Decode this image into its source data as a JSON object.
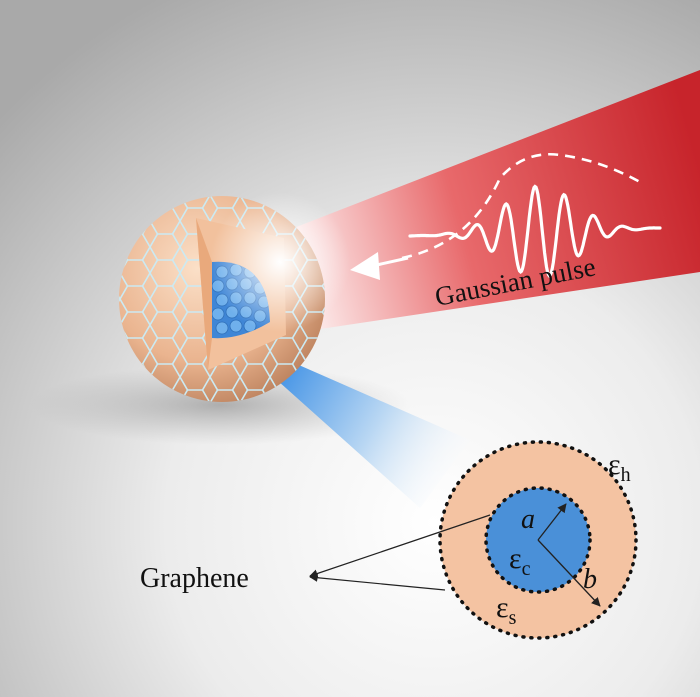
{
  "labels": {
    "beam": "Gaussian pulse",
    "graphene": "Graphene",
    "eps_h_base": "ε",
    "eps_h_sub": "h",
    "eps_c_base": "ε",
    "eps_c_sub": "c",
    "eps_s_base": "ε",
    "eps_s_sub": "s",
    "radius_a": "a",
    "radius_b": "b"
  },
  "colors": {
    "background": "#e6e6e6",
    "beam": "#c7242b",
    "shell": "#f4c3a2",
    "core": "#4a90d8",
    "graphene_lattice": "#bfe6f2",
    "text": "#111111"
  }
}
